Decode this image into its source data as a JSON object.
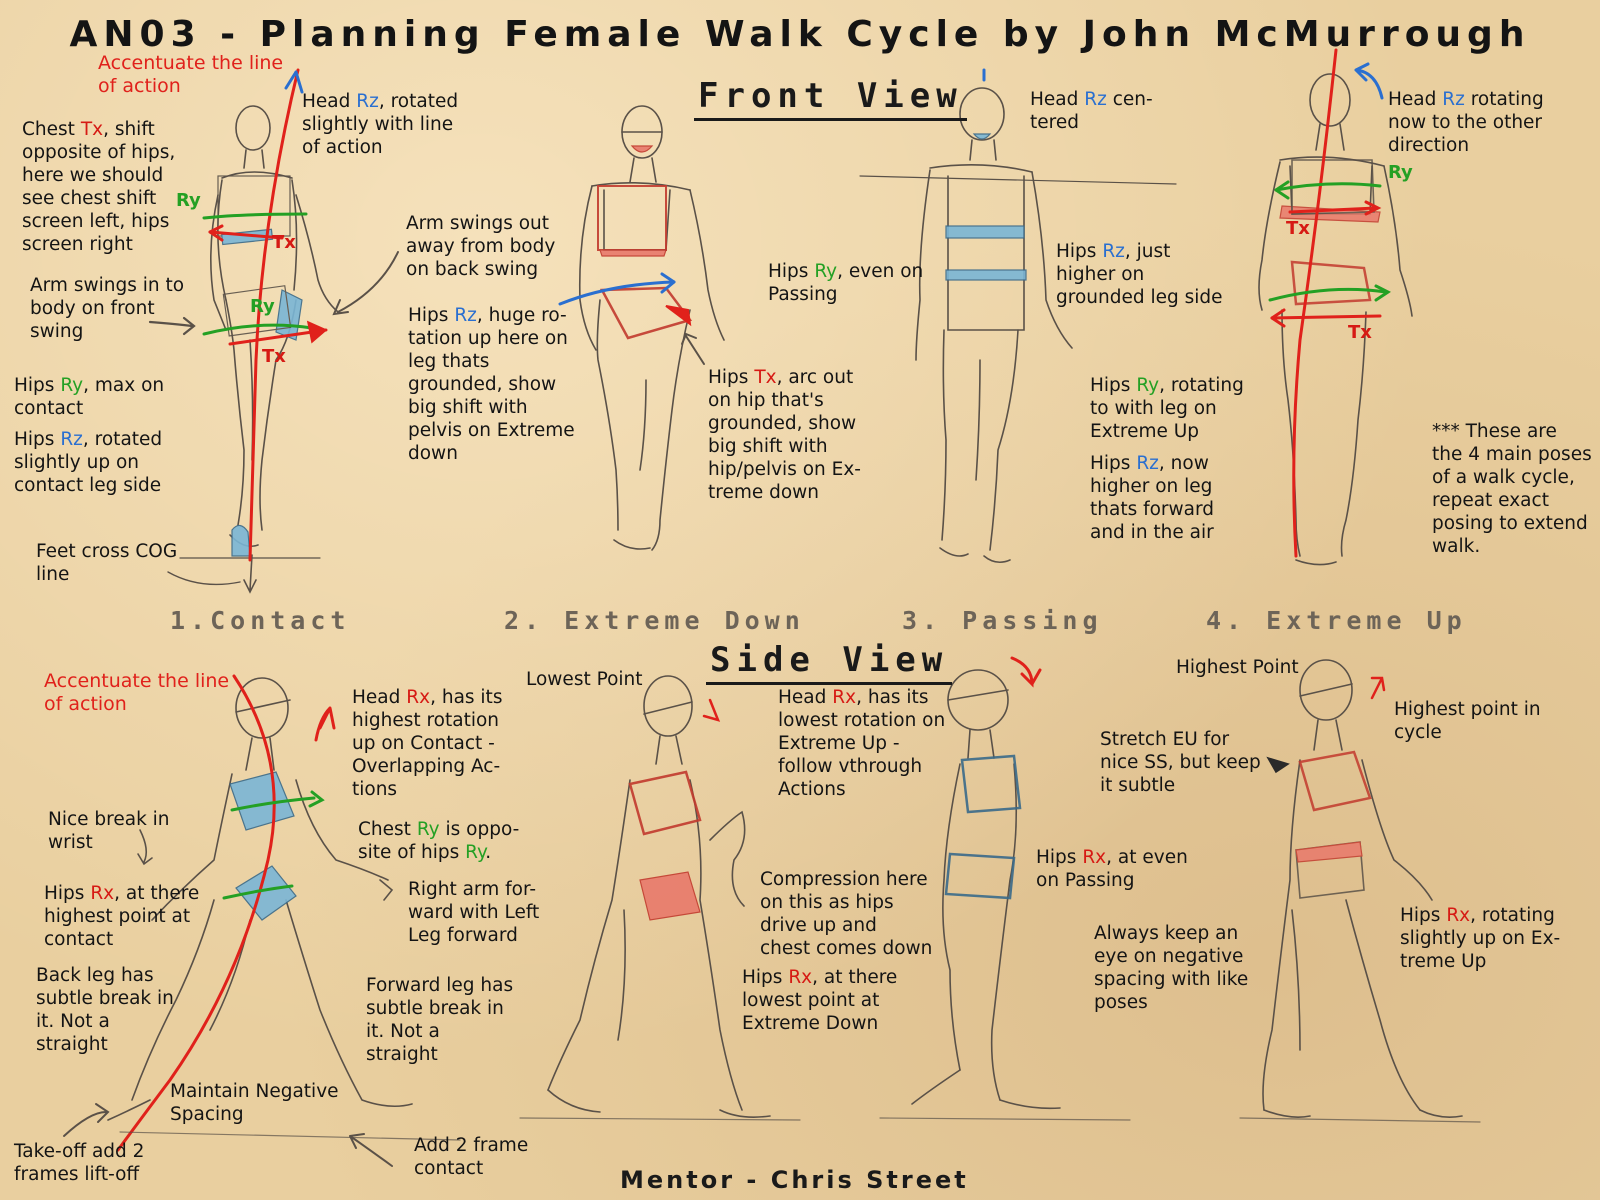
{
  "title": "AN03 - Planning Female Walk Cycle by John McMurrough",
  "front_view_heading": "Front View",
  "side_view_heading": "Side View",
  "credit": "Mentor - Chris Street",
  "poses": [
    "1.Contact",
    "2. Extreme Down",
    "3. Passing",
    "4. Extreme Up"
  ],
  "colors": {
    "background": "#e9cf9f",
    "red": "#d61a14",
    "blue": "#2a6fd0",
    "green": "#24a024",
    "pencil": "#5a5148"
  },
  "front": {
    "accent": "Accentuate the line\n of action",
    "head_rz_1": {
      "a": "Head ",
      "b": "Rz",
      "c": ", rotated\nslightly with line\nof action"
    },
    "chest_tx": {
      "a": "Chest ",
      "b": "Tx",
      "c": ", shift\nopposite of hips,\nhere we should\nsee chest shift\nscreen left, hips\nscreen right"
    },
    "arm_in": "Arm swings in to\nbody on front\nswing",
    "hips_ry_max": {
      "a": "Hips ",
      "b": "Ry",
      "c": ", max on\ncontact"
    },
    "hips_rz_contact": {
      "a": "Hips ",
      "b": "Rz",
      "c": ", rotated\nslightly up on\ncontact leg side"
    },
    "feet_cross": "Feet cross COG\nline",
    "arm_out": "Arm swings out\naway from body\non back swing",
    "hips_rz_huge": {
      "a": "Hips ",
      "b": "Rz",
      "c": ", huge ro-\ntation up here on\nleg thats\ngrounded, show\nbig shift with\npelvis on Extreme\ndown"
    },
    "hips_ry_passing": {
      "a": "Hips ",
      "b": "Ry",
      "c": ", even on\nPassing"
    },
    "hips_tx_arc": {
      "a": "Hips ",
      "b": "Tx",
      "c": ", arc out\non hip that's\ngrounded, show\nbig shift with\nhip/pelvis on Ex-\ntreme down"
    },
    "head_rz_centered": {
      "a": "Head ",
      "b": "Rz",
      "c": " cen-\ntered"
    },
    "hips_rz_higher": {
      "a": "Hips ",
      "b": "Rz",
      "c": ", just\nhigher on\ngrounded leg side"
    },
    "hips_ry_rotating": {
      "a": "Hips ",
      "b": "Ry",
      "c": ", rotating\nto with leg on\nExtreme Up"
    },
    "hips_rz_now": {
      "a": "Hips ",
      "b": "Rz",
      "c": ", now\nhigher on leg\nthats forward\nand in the air"
    },
    "head_rz_other": {
      "a": "Head ",
      "b": "Rz",
      "c": " rotating\nnow to the other\ndirection"
    },
    "main_poses": "*** These are\nthe 4 main poses\nof a walk cycle,\nrepeat exact\nposing to extend\nwalk.",
    "tags": {
      "ry": "Ry",
      "tx": "Tx"
    }
  },
  "side": {
    "accent": "Accentuate the line\n of action",
    "head_rx_highest": {
      "a": "Head ",
      "b": "Rx",
      "c": ", has its\nhighest rotation\nup on Contact -\nOverlapping Ac-\ntions"
    },
    "nice_break": "Nice break in\nwrist",
    "chest_ry": {
      "a": "Chest ",
      "b": "Ry",
      "c": " is oppo-\nsite of hips ",
      "d": "Ry",
      "e": "."
    },
    "hips_rx_contact": {
      "a": "Hips ",
      "b": "Rx",
      "c": ", at there\nhighest point at\ncontact"
    },
    "right_arm": "Right arm for-\nward with Left\nLeg forward",
    "back_leg": "Back leg has\nsubtle break in\nit.  Not a\nstraight",
    "forward_leg": "Forward leg has\nsubtle break in\nit.  Not a\nstraight",
    "maintain": "Maintain Negative\nSpacing",
    "takeoff": "Take-off add 2\nframes lift-off",
    "add_frame": "Add 2 frame\ncontact",
    "lowest_point": "Lowest Point",
    "head_rx_lowest": {
      "a": "Head ",
      "b": "Rx",
      "c": ", has its\nlowest rotation on\nExtreme Up -\nfollow vthrough\nActions"
    },
    "compression": "Compression here\non this as hips\ndrive up and\nchest comes down",
    "hips_rx_lowest": {
      "a": "Hips ",
      "b": "Rx",
      "c": ", at there\nlowest point at\nExtreme Down"
    },
    "hips_rx_even": {
      "a": "Hips ",
      "b": "Rx",
      "c": ", at even\non Passing"
    },
    "always_keep": "Always keep an\neye on negative\nspacing with like\nposes",
    "highest_point": "Highest Point",
    "stretch": "Stretch EU for\nnice SS, but keep\nit subtle",
    "highest_in_cycle": "Highest point in\ncycle",
    "hips_rx_rotating": {
      "a": "Hips ",
      "b": "Rx",
      "c": ", rotating\nslightly up on Ex-\ntreme Up"
    }
  }
}
